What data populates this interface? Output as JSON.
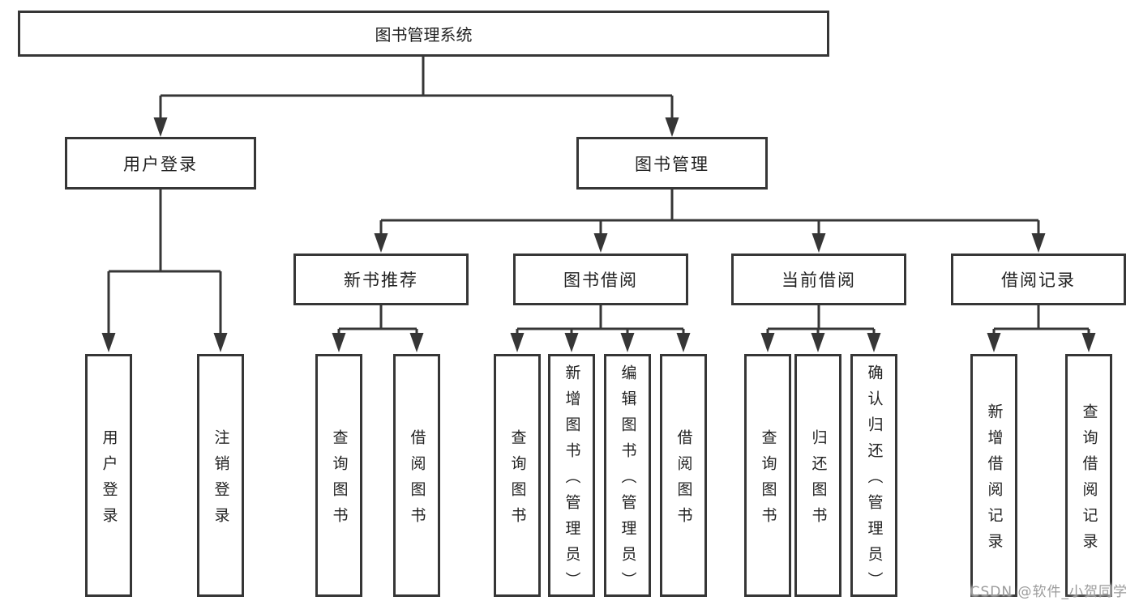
{
  "diagram": {
    "title": "图书管理系统",
    "level2": [
      {
        "label": "用户登录",
        "children": [
          "用户登录",
          "注销登录"
        ]
      },
      {
        "label": "图书管理",
        "sections": [
          {
            "label": "新书推荐",
            "children": [
              "查询图书",
              "借阅图书"
            ]
          },
          {
            "label": "图书借阅",
            "children": [
              "查询图书",
              "新增图书（管理员）",
              "编辑图书（管理员）",
              "借阅图书"
            ]
          },
          {
            "label": "当前借阅",
            "children": [
              "查询图书",
              "归还图书",
              "确认归还（管理员）"
            ]
          },
          {
            "label": "借阅记录",
            "children": [
              "新增借阅记录",
              "查询借阅记录"
            ]
          }
        ]
      }
    ]
  },
  "watermark": "CSDN @软件_小贺同学",
  "colors": {
    "line": "#363636",
    "box_border": "#363636",
    "text": "#222222",
    "watermark": "#9b9b9b",
    "background": "#ffffff"
  }
}
